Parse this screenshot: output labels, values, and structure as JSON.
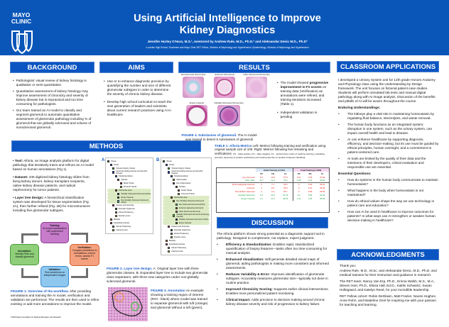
{
  "header": {
    "logo_line1": "MAYO",
    "logo_line2": "CLINIC",
    "title_line1": "Using Artificial Intelligence to Improve",
    "title_line2": "Kidney Diagnostics",
    "authors": "Jennifer Hurley O'Hara, M.S.¹, mentored by Andrew Rule, M.D., Ph.D.² and Aleksandar Denic M.D., Ph.D³",
    "affiliations": "¹Lourdes High School, Rochester and Mayo Clinic RET Fellow, ²Division of Nephrology and Hypertension, Epidemiology, ³Division of Nephrology and Hypertension"
  },
  "background": {
    "title": "BACKGROUND",
    "items": [
      "Pathologists' visual review of kidney histology is qualitative or semi-quantitative.",
      "Quantitative assessment of kidney histology may improve assessment of chronicity and severity of kidney disease but is impractical and too time consuming for pathologists.",
      "Our team trained an AI model to classify and segment glomeruli to automate quantitative assessment of glomerular pathology including % of glomeruli that are globally sclerosed and volume of nonsclerosed glomeruli."
    ]
  },
  "aims": {
    "title": "AIMS",
    "items": [
      "Use AI to enhance diagnostic precision by quantifying the number and size of different glomerular subtypes in order to determine the severity of chronic kidney disease.",
      "Develop high school curriculum to teach the next generation of leaders and scientists about current research practices using AI in healthcare."
    ]
  },
  "results": {
    "title": "RESULTS",
    "fig4_images": [
      "Nonsclerosed Glomerulus",
      "Ischemic Glomerulus",
      "Other Abnormal Glomerulus",
      "Empty Capsule",
      "Globally Sclerosed Glomerulus"
    ],
    "fig4_caption_label": "FIGURE 4. Subclasses of glomeruli.",
    "fig4_caption_text": " The AI model was trained to detect 5 subclasses of glomeruli",
    "bullet1_a": "The model showed ",
    "bullet1_b": "progressive improvement in F1 scores",
    "bullet1_c": " on training data (Verification) as annotations were refined, and training iterations increased (Table 1).",
    "bullet2": "Independent validation is pending",
    "table_caption_label": "TABLE 1: Aiforia Metrics",
    "table_caption_text": " Left: Metrics following training and verification using original sample size of 100. Right: Metrics following five retraining and verifications.",
    "table_caption_small": "FP – false positive, FN – false negative, F1 – performance metric of machine learning, evaluating precision (accuracy of positive predictions) and recall (proportion of positive instances identified)."
  },
  "table": {
    "group1": "Initial Training (n=100)",
    "group2": "Final Training (n=600)",
    "cols": [
      "FP",
      "FN",
      "F1"
    ],
    "rows": [
      {
        "label": "Any Glomeruli",
        "init": [
          "8.4",
          "12.8",
          "87.8"
        ],
        "final": [
          "3.67",
          "2.65",
          "97.09"
        ]
      },
      {
        "label": "GSG_ESC",
        "init": [
          "16.7",
          "14.4",
          "75.4"
        ],
        "final": [
          "4.88",
          "3.16",
          "96.05"
        ]
      },
      {
        "label": "Abnormal/partial sclerosis",
        "init": [
          "0",
          "7.1",
          "96.3"
        ],
        "final": [
          "0",
          "6.30",
          "96.61"
        ]
      },
      {
        "label": "Ischemic",
        "init": [
          "0",
          "8.6",
          "95.8"
        ],
        "final": [
          "0",
          "6.31",
          "96.95"
        ]
      },
      {
        "label": "Normal/Non sclerosed",
        "init": [
          "0",
          "6.4",
          "96.7"
        ],
        "final": [
          "0",
          "6.89",
          "96.55"
        ]
      },
      {
        "label": "Globally Sclerosed",
        "init": [
          "6.4",
          "21.8",
          "87.36"
        ],
        "final": [
          "6.2",
          "5.84",
          "94.02"
        ]
      },
      {
        "label": "Empty Capsule",
        "init": [
          "6.1",
          "24.4",
          "86.06"
        ],
        "final": [
          "1.91",
          "1.85",
          "98.58"
        ]
      }
    ]
  },
  "methods": {
    "title": "METHODS",
    "items": [
      {
        "lead": "Tool:",
        "text": " Aiforia, an image analysis platform for digital pathology that iteratively trains and refines an AI model based on human annotations (Fig 1)."
      },
      {
        "lead": "Dataset:",
        "text": " 435 digitized kidney histology slides from living kidney donors, kidney transplant recipients, native kidney disease patients, and radical nephrectomy for tumor patients."
      },
      {
        "lead": "Layer tree design:",
        "text": " A hierarchical classification system was developed for tissue segmentation (Fig. 2A), then further refined (Fig. 2B) for microstructures including five glomerular subtypes."
      }
    ],
    "workflow": {
      "training_title": "Training:",
      "training_text": "AI model classification with supervised learning",
      "verification_title": "Verification:",
      "verification_text": "Compare predictions to annotations, correct errors, assess F1 scores",
      "validation_title": "Validation:",
      "validation_text": "Test predictions on independent images",
      "annotation_title": "Annotation:",
      "annotation_text": "Identify ROIs and classify glomeruli"
    },
    "fig1_caption_label": "FIGURE 1. Overview of the workflow.",
    "fig1_caption_text": " After providing annotations and training the AI model, verification and validation are performed. The results are then used to refine existing or add more annotations to improve the model.",
    "copyright": "©2025 Mayo Foundation for Medical Education and Research",
    "fig2_label_a": "A",
    "fig2_label_b": "B",
    "fig2_caption_label": "FIGURE 2. Layer tree design.",
    "fig2_caption_text": " A. Original layer tree with three glomerular classes. B. Expanded layer tree to include two glomerular class separators, with three new categories under non-globally sclerosed glomeruli.",
    "fig3_caption_label": "FIGURE 3. Annotation",
    "fig3_caption_text": " An example showing a training region of interest (ROI - black) where model was trained to separate glomeruli with tuft (orange) and glomeruli without a tuft (green)."
  },
  "tree_a": [
    {
      "label": "Tissue",
      "d": 0,
      "c": "#1a7a1a"
    },
    {
      "label": "Cortex",
      "d": 1,
      "c": "#1030e0"
    },
    {
      "label": "Tubular Atrophy Cluster",
      "d": 2,
      "c": "#30e030"
    },
    {
      "label": "Cortex Excluding Arteries and Atrophic Tubules",
      "d": 2,
      "c": "#1030e0"
    },
    {
      "label": "Tubulointerstitium",
      "d": 3,
      "c": "#2080f0"
    },
    {
      "label": "Tubules",
      "d": 4,
      "c": "#7a4a10"
    },
    {
      "label": "Distal Tubule",
      "d": 5,
      "c": "#e01010"
    },
    {
      "label": "Proximal Tubule",
      "d": 5,
      "c": "#f0d010"
    },
    {
      "label": "Glomerular area",
      "d": 3,
      "c": "#e03010",
      "hl": 1
    },
    {
      "label": "Globally Sclerosed Glomeruli (GSG)",
      "d": 4,
      "c": "#1020a0",
      "hl": 1
    },
    {
      "label": "Empty Capsule",
      "d": 4,
      "c": "#107010",
      "hl": 1
    },
    {
      "label": "Non Globally Sclerosed Glomeruli (NGS)",
      "d": 4,
      "c": "#40e0e0",
      "hl": 1
    },
    {
      "label": "Arteries and Arterioles",
      "d": 2,
      "c": "#e0206a"
    },
    {
      "label": "Arteriolar Hyalinosis",
      "d": 3,
      "c": "#105010"
    },
    {
      "label": "Intimal Thickening",
      "d": 3,
      "c": "#90a080"
    },
    {
      "label": "Arterial Lumen",
      "d": 3,
      "c": "#f0e010"
    },
    {
      "label": "Medulla",
      "d": 1,
      "c": "#f07010"
    },
    {
      "label": "Interlobular Arteries",
      "d": 1,
      "c": "#e0206a"
    },
    {
      "label": "Intimal Thickening",
      "d": 2,
      "c": "#90a080"
    },
    {
      "label": "Arterial Lumen",
      "d": 2,
      "c": "#f0e010"
    }
  ],
  "tree_b": [
    {
      "label": "Tissue",
      "d": 0,
      "c": "#1a7a1a"
    },
    {
      "label": "Cortex",
      "d": 1,
      "c": "#1030e0"
    },
    {
      "label": "Tubular Atrophy Cluster",
      "d": 2,
      "c": "#30e030"
    },
    {
      "label": "Cortex Excluding Arteries and Atrophic Tubules",
      "d": 2,
      "c": "#1030e0"
    },
    {
      "label": "Tubulointerstitium",
      "d": 3,
      "c": "#2080f0"
    },
    {
      "label": "Inflammation",
      "d": 4,
      "c": "#f0e010"
    },
    {
      "label": "Non-Inflammation",
      "d": 4,
      "c": "#a02070"
    },
    {
      "label": "Tubules",
      "d": 5,
      "c": "#7a4a10"
    },
    {
      "label": "Distal Tubule",
      "d": 6,
      "c": "#e01010"
    },
    {
      "label": "Proximal Tubule",
      "d": 6,
      "c": "#f0d010"
    },
    {
      "label": "Glomerular area",
      "d": 3,
      "c": "#e03010",
      "hl": 1
    },
    {
      "label": "Non Globally Sclerosed Glomeruli",
      "d": 4,
      "c": "#f09010",
      "hl": 1
    },
    {
      "label": "Non Sclerosed Glomeruli (NSG)",
      "d": 5,
      "c": "#40e0e0",
      "hl": 1
    },
    {
      "label": "Ischemic Appearing Glomeruli",
      "d": 5,
      "c": "#e02010",
      "hl": 1
    },
    {
      "label": "Other Abnormal Glomeruli",
      "d": 5,
      "c": "#a06080",
      "hl": 1
    },
    {
      "label": "Globally Sclerosed Glomeruli and Empty Capsule",
      "d": 4,
      "c": "#30e030",
      "hl": 1
    },
    {
      "label": "Globally Sclerosed Glomeruli (GSG)",
      "d": 5,
      "c": "#1020a0",
      "hl": 1
    },
    {
      "label": "Empty Capsule",
      "d": 5,
      "c": "#107010",
      "hl": 1
    },
    {
      "label": "Arteries and Arterioles",
      "d": 2,
      "c": "#e0206a"
    },
    {
      "label": "Arteriolar Hyalinosis",
      "d": 3,
      "c": "#105010"
    },
    {
      "label": "Intimal Thickening",
      "d": 3,
      "c": "#90a080"
    },
    {
      "label": "Arterial Lumen",
      "d": 3,
      "c": "#f0e010"
    },
    {
      "label": "Medulla",
      "d": 1,
      "c": "#f07010"
    },
    {
      "label": "Interlobular Arteries",
      "d": 1,
      "c": "#e0206a"
    },
    {
      "label": "Intimal Thickening",
      "d": 2,
      "c": "#90a080"
    },
    {
      "label": "Arterial Lumen",
      "d": 2,
      "c": "#f0e010"
    }
  ],
  "discussion": {
    "title": "DISCUSSION",
    "intro": "The Aiforia platform shows strong potential as a diagnostic support tool in pathology. Designed to complement, not replace, expert judgment.",
    "items": [
      {
        "lead": "Efficiency & Standardization:",
        "text": " Enables rapid, standardized quantification of biopsy features—tasks often too time-consuming for manual analysis."
      },
      {
        "lead": "Enhanced Visualization:",
        "text": " Will generate detailed visual maps of glomeruli, aiding pathologists in making more consistent and informed assessments."
      },
      {
        "lead": "Reduces Variability & Error:",
        "text": " Improves identification of glomerular subtypes. Accurately measures glomerular size—typically not done in routine practice."
      },
      {
        "lead": "Improved Chronicity Scoring:",
        "text": " Supports earlier clinical interventions. Enables more personalized patient monitoring."
      },
      {
        "lead": "Clinical Impact:",
        "text": " Adds precision to decision-making around chronic kidney disease severity and risk of progression to kidney failure."
      }
    ]
  },
  "classroom": {
    "title": "CLASSROOM APPLICATIONS",
    "intro": "I developed a Urinary System unit for 12th grade Honors Anatomy and Physiology class using the Understanding by Design framework. The unit focuses on fictional patient case studies. Students will perform simulated lab tests and manual digital pathology along with AI image analysis. Discussion of the benefits and pitfalls of AI will be woven throughout the course.",
    "eu_title": "Enduring Understandings:",
    "eu": [
      "The kidneys play a vital role in maintaining homeostasis by regulating fluid balance, electrolytes, and waste removal.",
      "The human body functions as an integrated system; disruption in one system, such as the urinary system, can impact overall health and lead to disease.",
      "AI can enhance healthcare by supporting diagnosis, efficiency, and decision-making, but its use must be guided by ethical principles, human oversight, and a commitment to patient-centered care.",
      "AI tools are limited by the quality of their data and the intentions of their developers, critical evaluation and responsible use are essential."
    ],
    "eq_title": "Essential Questions:",
    "eq": [
      "How do systems in the human body communicate to maintain homeostasis?",
      "What happens in the body when homeostasis is not maintained?",
      "How do ethical values shape the way we use technology in patient care and education?",
      "How can AI be used in healthcare to improve outcomes for patients? In what ways can AI strengthen or weaken human decision-making in healthcare?"
    ]
  },
  "ack": {
    "title": "ACKNOWLEDGMENTS",
    "paras": [
      "Thank you:",
      "Andrew Rule, M.D., M.Sc. and Aleksandar Denic, M.D., Ph.D. and medical trainees for their instruction and guidance in research.",
      "The RET team: Nancy Van Erp, Ph.D., Emma Walsh, M.S., M.A., Steven Hart, Ph.D., Elissa Hall, Ed.D., Kaitlin Schwartz, Susan Hollegaard, and Katelyn Reed, for your incredible leadership.",
      "RET Fellow cohort: Robin DeGlavin, Matt Frazier, Naomi Hughes, Anne Rohn, and Madeline Ozel for inspiring me with your passion for teaching and learning."
    ]
  },
  "colors": {
    "brand_blue": "#0a56b8",
    "section_blue": "#0b55c2",
    "caption_blue": "#1a5fc8",
    "red": "#e02020",
    "green": "#20a040"
  }
}
